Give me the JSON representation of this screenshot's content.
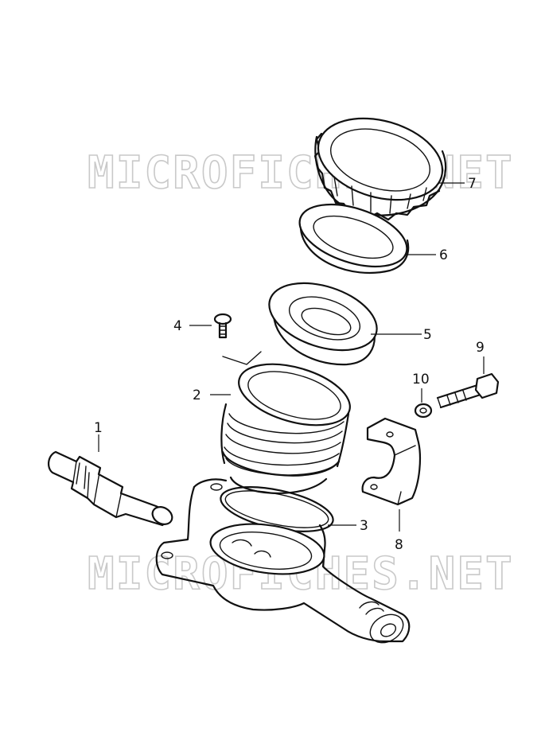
{
  "watermarks": [
    "MICROFICHES.NET",
    "MICROFICHES.NET"
  ],
  "callouts": [
    {
      "id": "1",
      "label": "1"
    },
    {
      "id": "2",
      "label": "2"
    },
    {
      "id": "3",
      "label": "3"
    },
    {
      "id": "4",
      "label": "4"
    },
    {
      "id": "5",
      "label": "5"
    },
    {
      "id": "6",
      "label": "6"
    },
    {
      "id": "7",
      "label": "7"
    },
    {
      "id": "8",
      "label": "8"
    },
    {
      "id": "9",
      "label": "9"
    },
    {
      "id": "10",
      "label": "10"
    }
  ]
}
